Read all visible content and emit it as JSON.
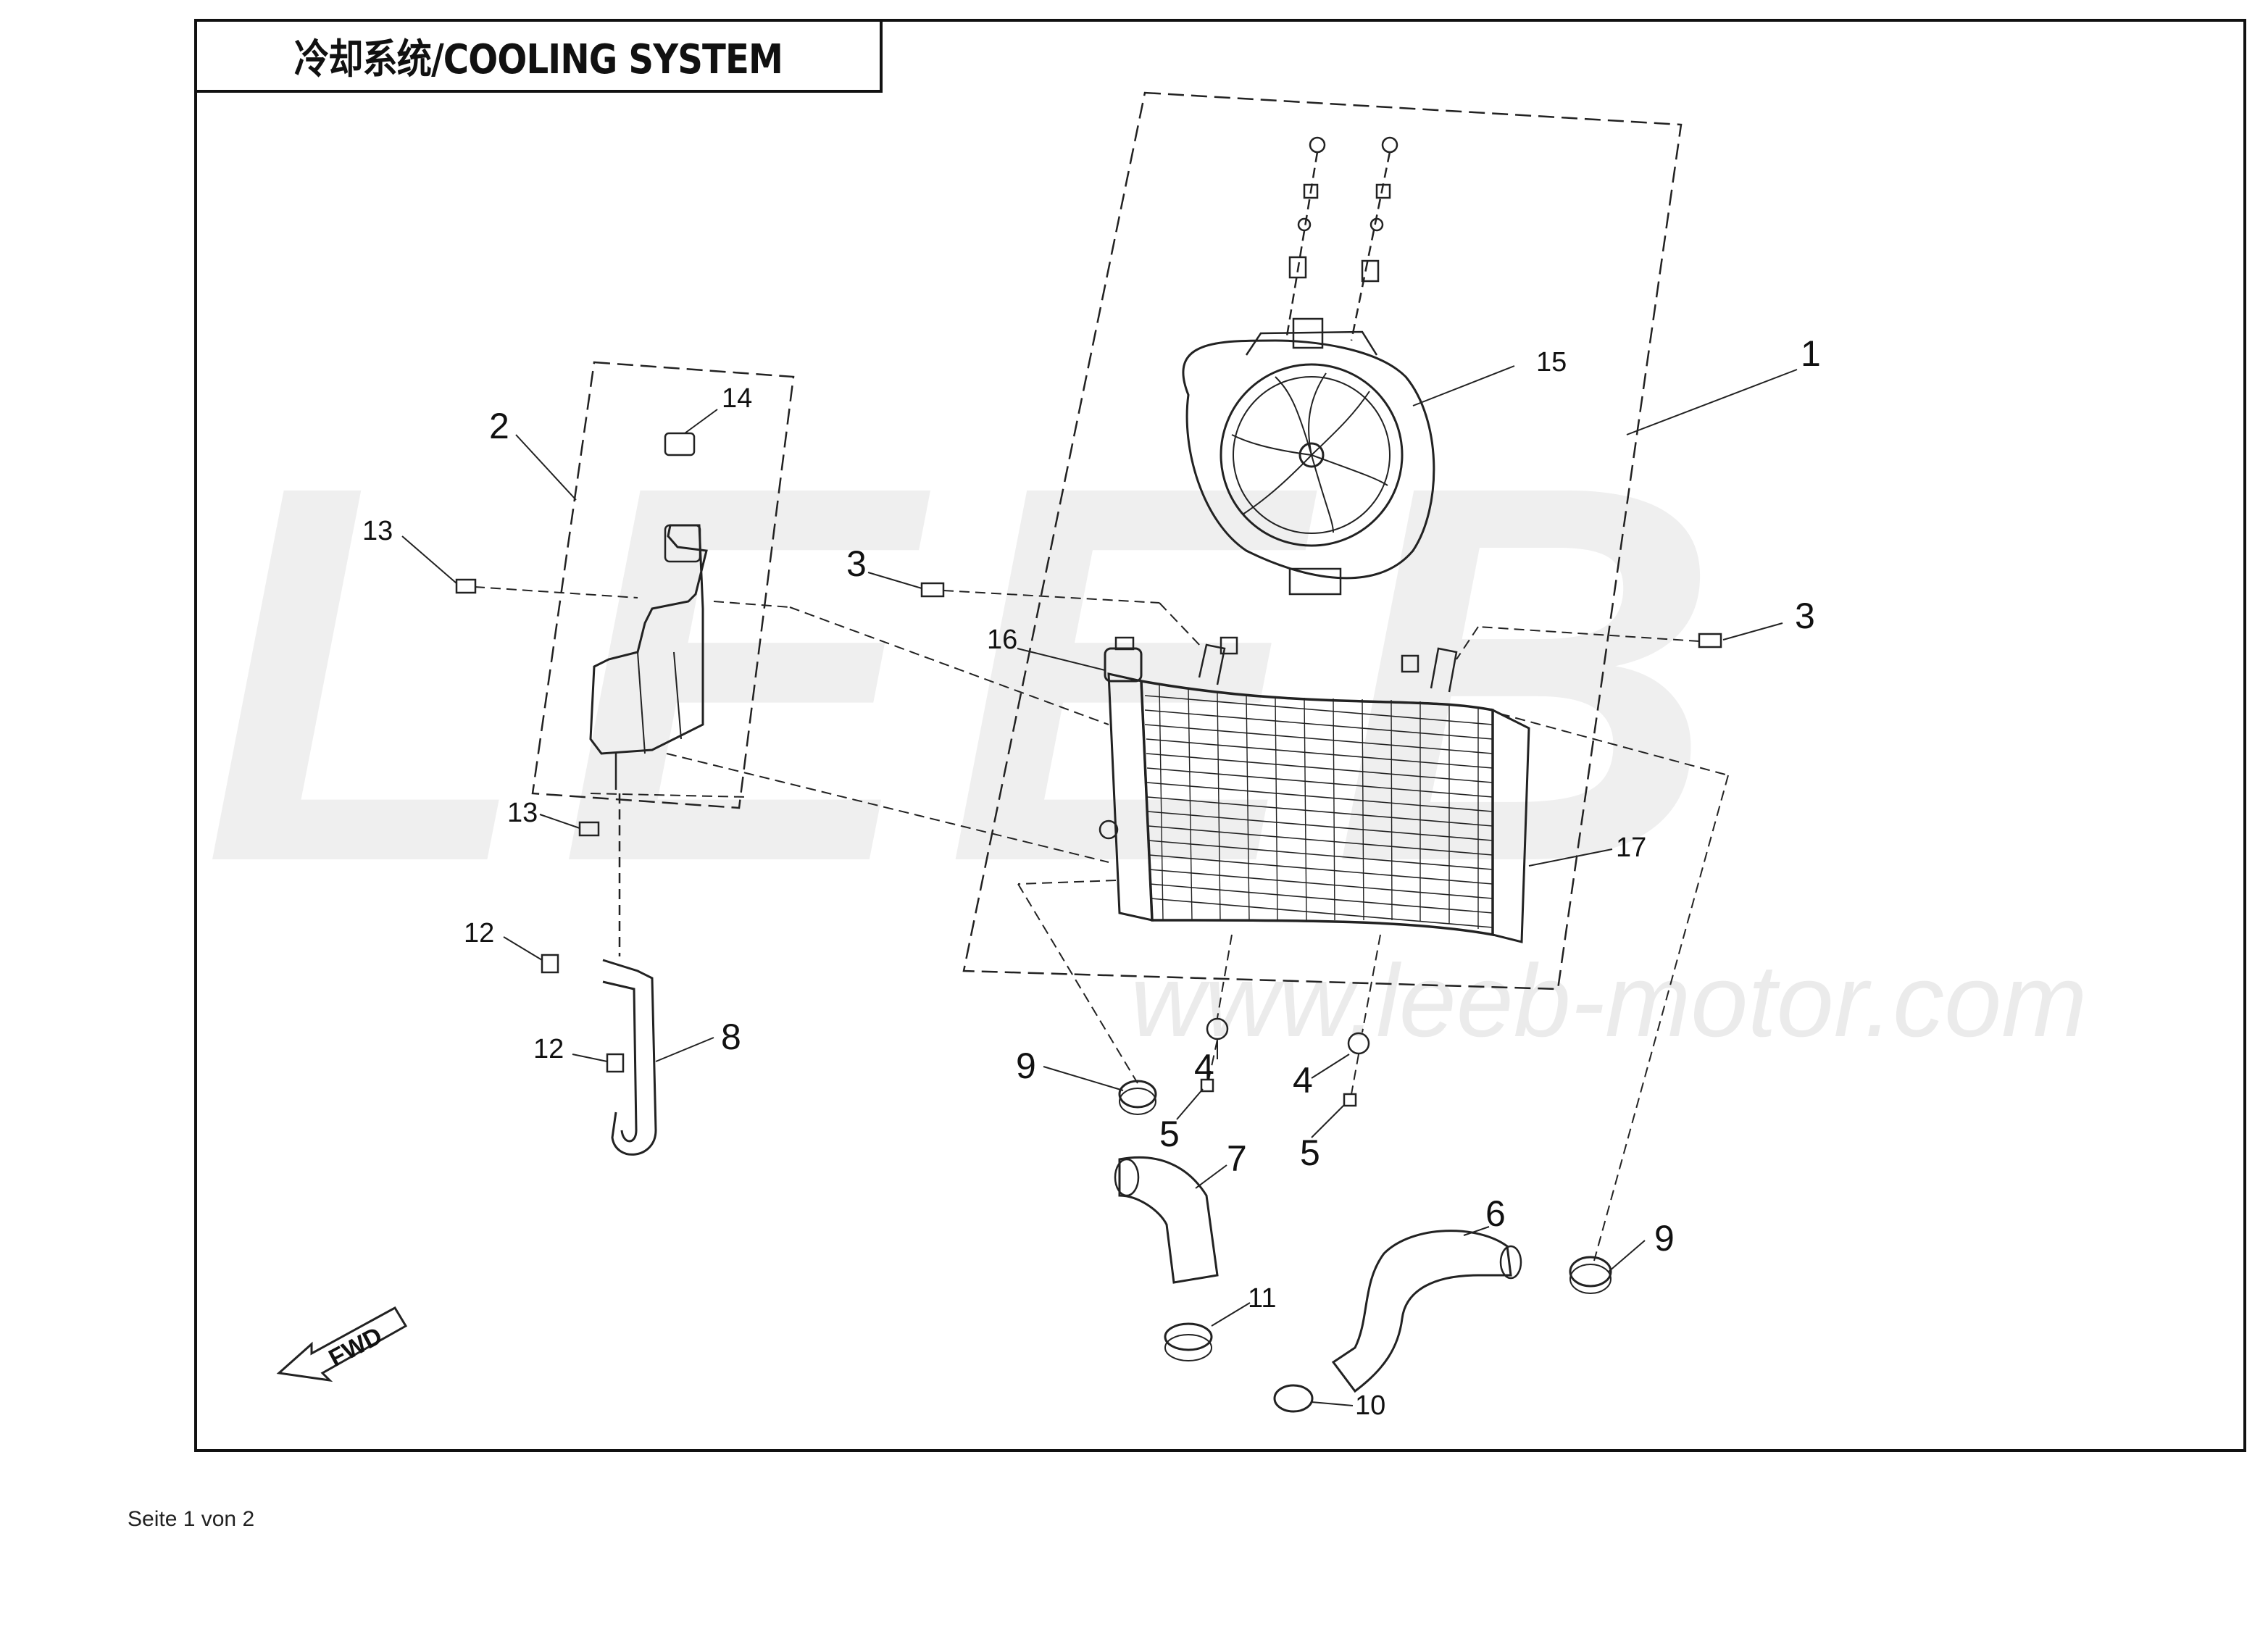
{
  "title": "冷却系统/COOLING SYSTEM",
  "watermark": "LEEB",
  "watermark_url": "www.leeb-motor.com",
  "footer": "Seite 1 von 2",
  "fwd_label": "FWD",
  "callouts": {
    "c1": "1",
    "c2": "2",
    "c3a": "3",
    "c3b": "3",
    "c4a": "4",
    "c4b": "4",
    "c5a": "5",
    "c5b": "5",
    "c6": "6",
    "c7": "7",
    "c8": "8",
    "c9a": "9",
    "c9b": "9",
    "c10": "10",
    "c11": "11",
    "c12a": "12",
    "c12b": "12",
    "c13a": "13",
    "c13b": "13",
    "c14": "14",
    "c15": "15",
    "c16": "16",
    "c17": "17"
  }
}
